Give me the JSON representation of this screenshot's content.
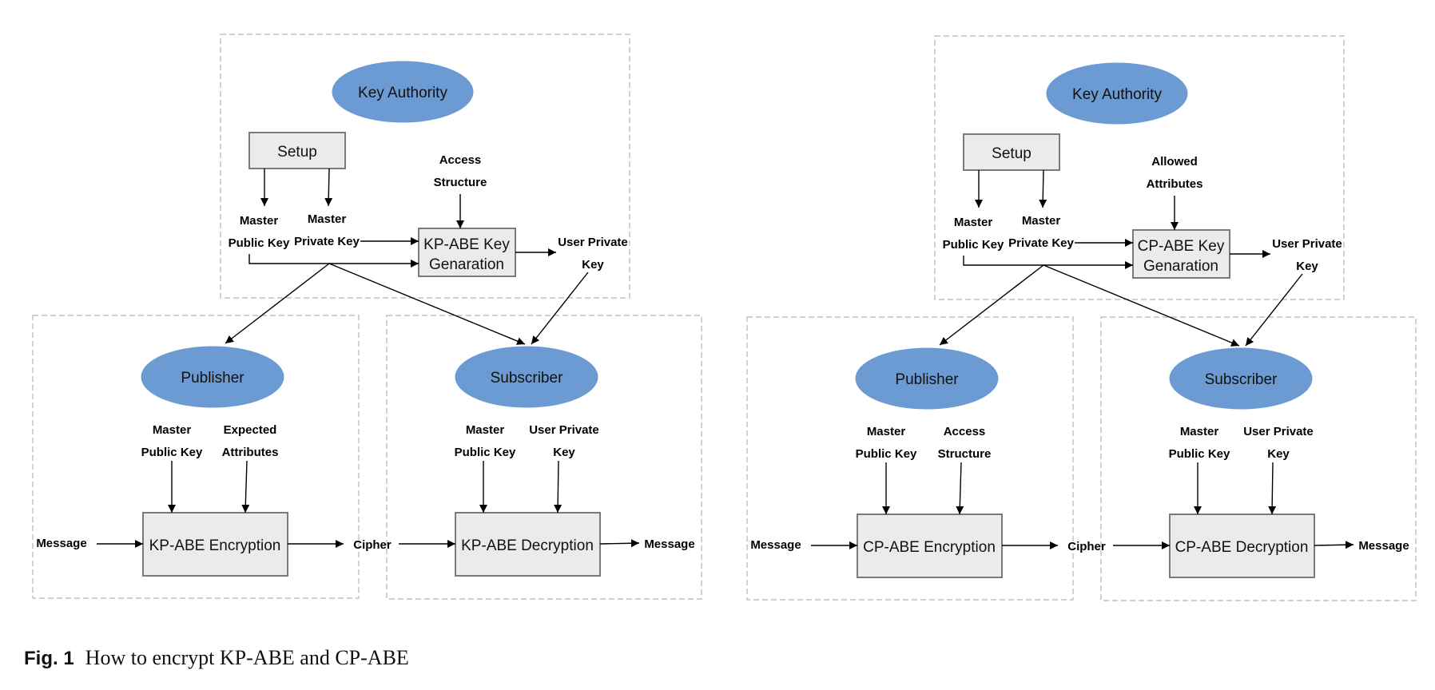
{
  "caption": {
    "label": "Fig. 1",
    "text": "How to encrypt KP-ABE and CP-ABE"
  },
  "colors": {
    "entity_fill": "#6b9bd2",
    "process_fill": "#ebebeb",
    "process_stroke": "#7a7a7a",
    "section_border": "#b4b4b4"
  },
  "kp": {
    "key_authority": "Key Authority",
    "setup": "Setup",
    "access_input": [
      "Access",
      "Structure"
    ],
    "master_public_key": [
      "Master",
      "Public Key"
    ],
    "master_private_key": [
      "Master",
      "Private Key"
    ],
    "keygen": [
      "KP-ABE Key",
      "Genaration"
    ],
    "user_private_key": [
      "User Private",
      "Key"
    ],
    "publisher": "Publisher",
    "pub_mpk": [
      "Master",
      "Public Key"
    ],
    "pub_attr": [
      "Expected",
      "Attributes"
    ],
    "message_in": "Message",
    "encryption": "KP-ABE Encryption",
    "cipher": "Cipher",
    "subscriber": "Subscriber",
    "sub_mpk": [
      "Master",
      "Public Key"
    ],
    "sub_upk": [
      "User Private",
      "Key"
    ],
    "decryption": "KP-ABE Decryption",
    "message_out": "Message"
  },
  "cp": {
    "key_authority": "Key Authority",
    "setup": "Setup",
    "access_input": [
      "Allowed",
      "Attributes"
    ],
    "master_public_key": [
      "Master",
      "Public Key"
    ],
    "master_private_key": [
      "Master",
      "Private Key"
    ],
    "keygen": [
      "CP-ABE Key",
      "Genaration"
    ],
    "user_private_key": [
      "User Private",
      "Key"
    ],
    "publisher": "Publisher",
    "pub_mpk": [
      "Master",
      "Public Key"
    ],
    "pub_attr": [
      "Access",
      "Structure"
    ],
    "message_in": "Message",
    "encryption": "CP-ABE Encryption",
    "cipher": "Cipher",
    "subscriber": "Subscriber",
    "sub_mpk": [
      "Master",
      "Public Key"
    ],
    "sub_upk": [
      "User Private",
      "Key"
    ],
    "decryption": "CP-ABE Decryption",
    "message_out": "Message"
  }
}
